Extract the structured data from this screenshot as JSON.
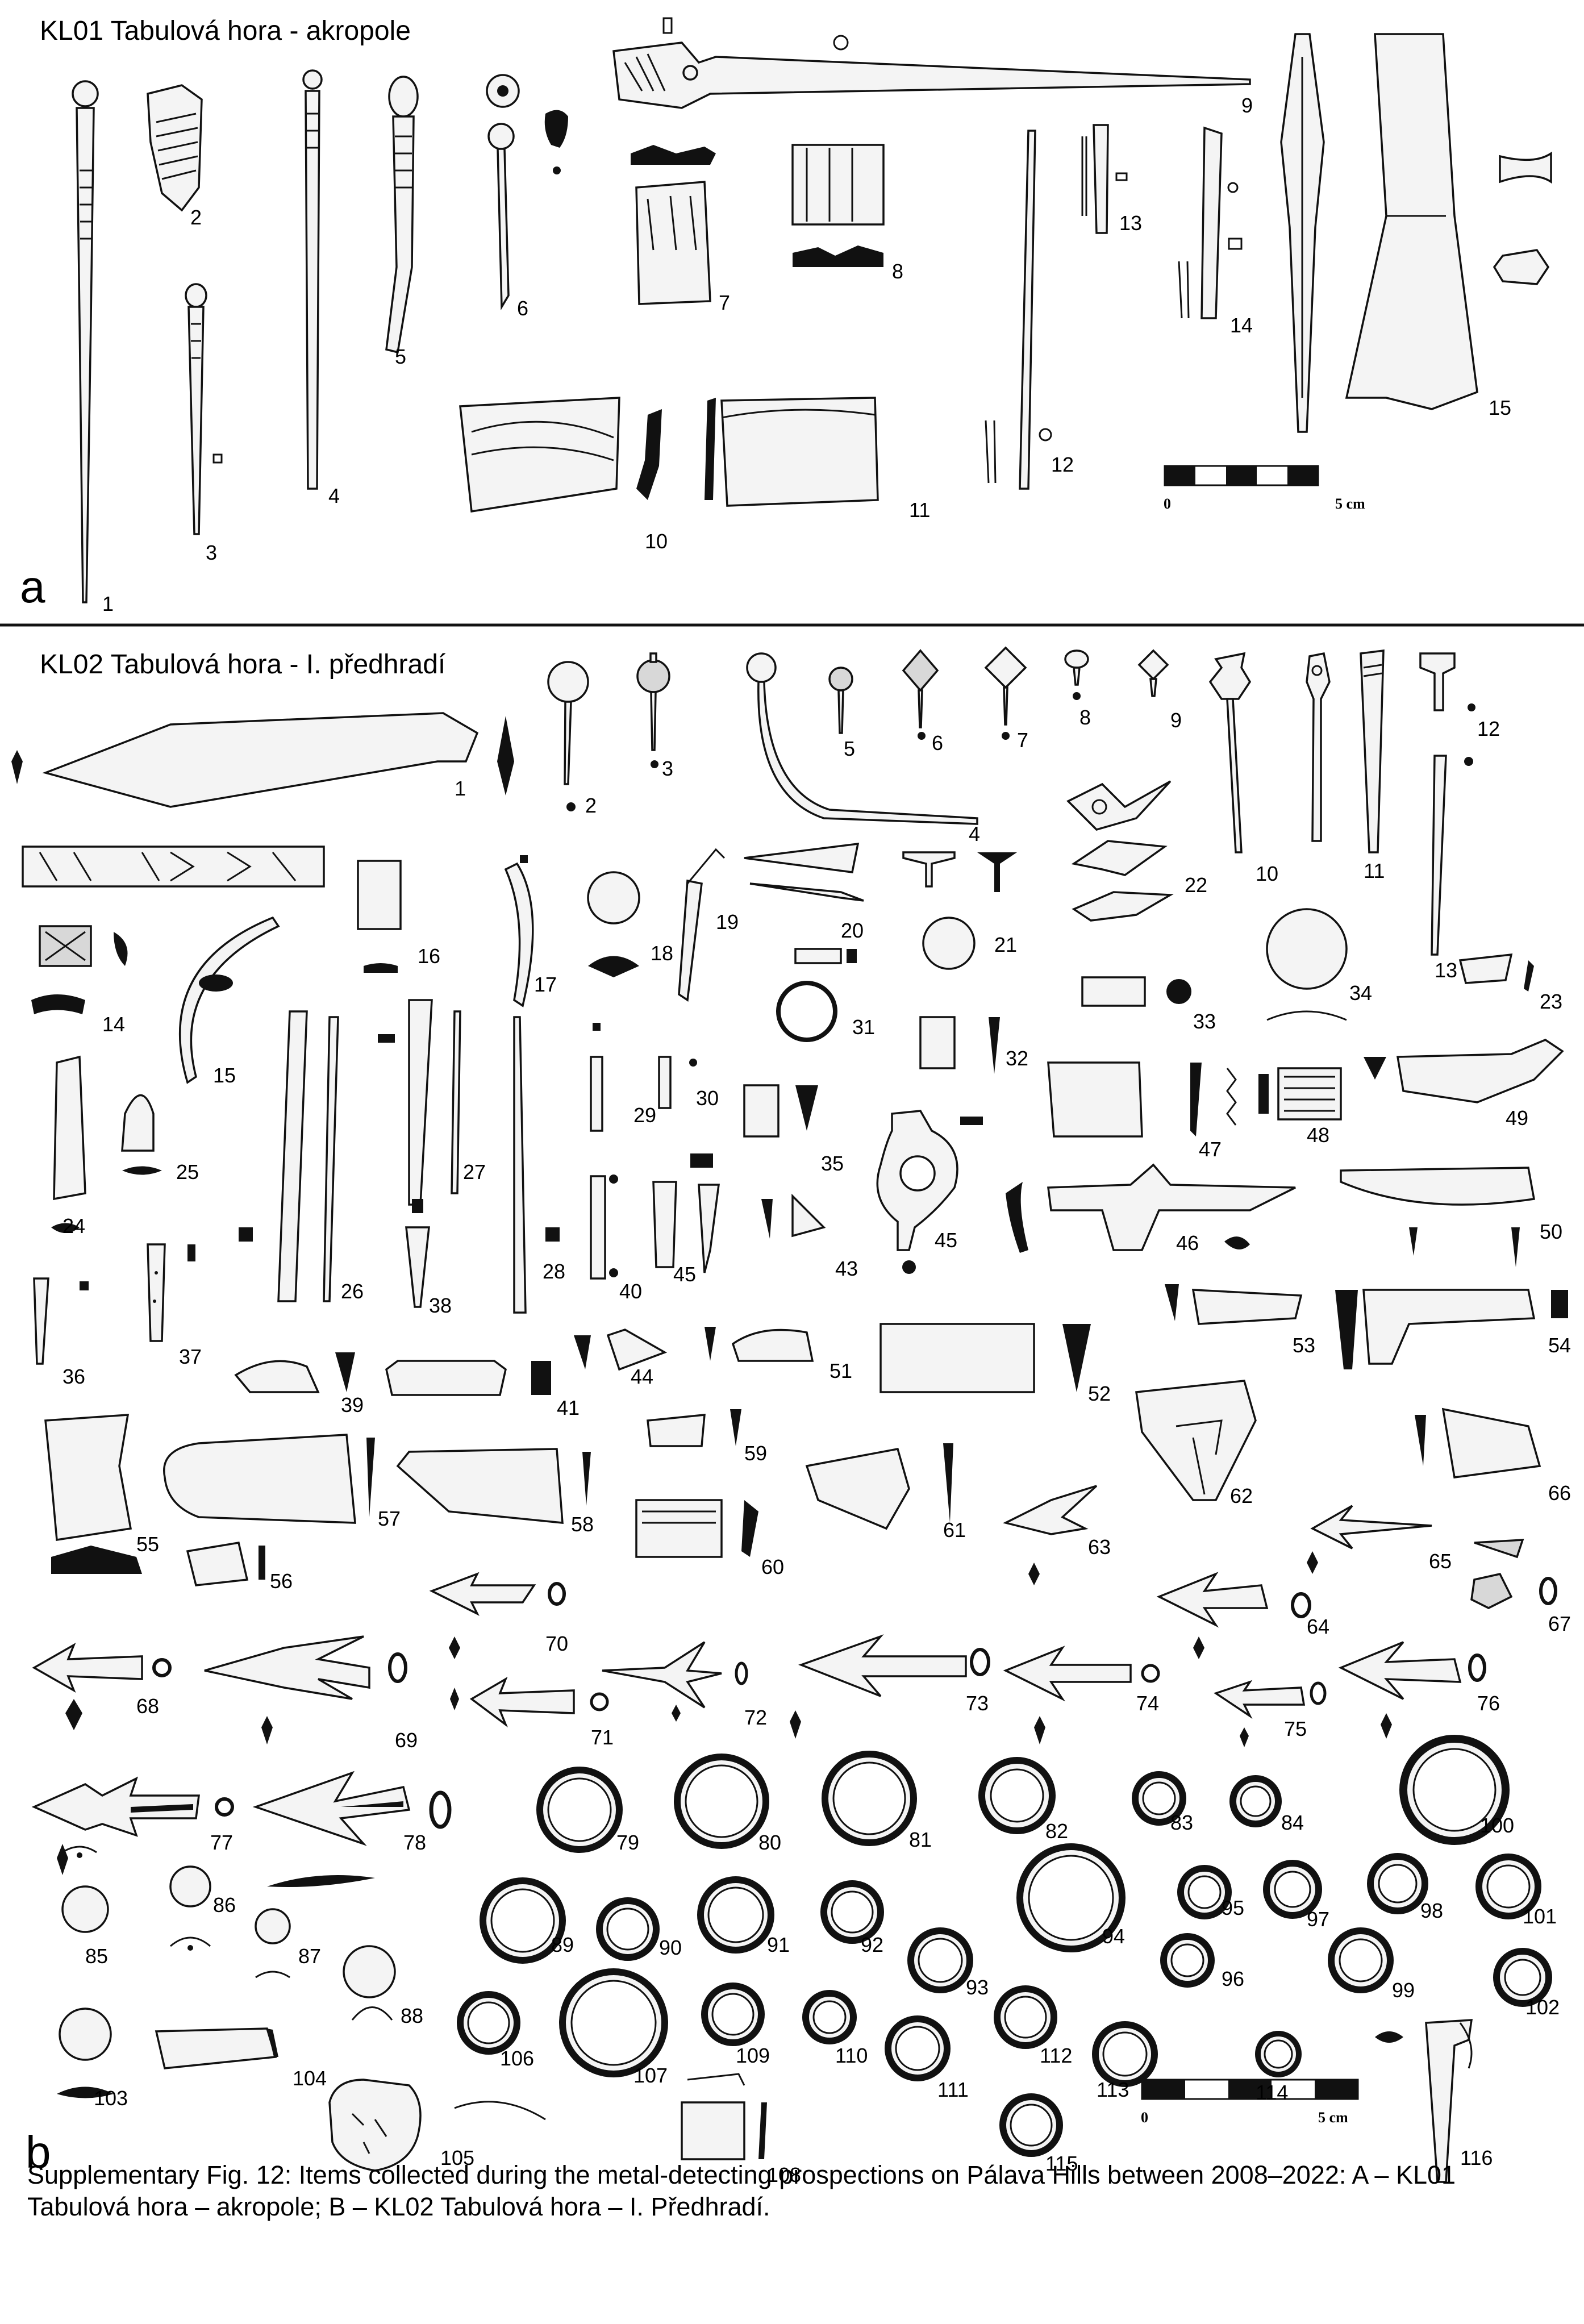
{
  "panel_a": {
    "title": "KL01  Tabulová hora - akropole",
    "letter": "a",
    "item_numbers": [
      "1",
      "2",
      "3",
      "4",
      "5",
      "6",
      "7",
      "8",
      "9",
      "10",
      "11",
      "12",
      "13",
      "14",
      "15"
    ],
    "scale_zero": "0",
    "scale_end": "5 cm"
  },
  "panel_b": {
    "title": "KL02 Tabulová hora - I. předhradí",
    "letter": "b",
    "item_numbers": [
      "1",
      "2",
      "3",
      "4",
      "5",
      "6",
      "7",
      "8",
      "9",
      "10",
      "11",
      "12",
      "13",
      "14",
      "15",
      "16",
      "17",
      "18",
      "19",
      "20",
      "21",
      "22",
      "23",
      "24",
      "25",
      "26",
      "27",
      "28",
      "29",
      "30",
      "31",
      "32",
      "33",
      "34",
      "35",
      "36",
      "37",
      "38",
      "39",
      "40",
      "41",
      "43",
      "44",
      "45",
      "45",
      "46",
      "47",
      "48",
      "49",
      "50",
      "51",
      "52",
      "53",
      "54",
      "55",
      "56",
      "57",
      "58",
      "59",
      "60",
      "61",
      "62",
      "63",
      "64",
      "65",
      "66",
      "67",
      "68",
      "69",
      "70",
      "71",
      "72",
      "73",
      "74",
      "75",
      "76",
      "77",
      "78",
      "79",
      "80",
      "81",
      "82",
      "83",
      "84",
      "85",
      "86",
      "87",
      "88",
      "89",
      "90",
      "91",
      "92",
      "93",
      "94",
      "95",
      "96",
      "97",
      "98",
      "99",
      "100",
      "101",
      "102",
      "103",
      "104",
      "105",
      "106",
      "107",
      "108",
      "109",
      "110",
      "111",
      "112",
      "113",
      "114",
      "115",
      "116"
    ],
    "scale_zero": "0",
    "scale_end": "5 cm"
  },
  "caption": "Supplementary Fig. 12: Items collected during the metal-detecting prospections on Pálava Hills between 2008–2022: A – KL01 Tabulová hora – akropole; B – KL02 Tabulová hora – I. Předhradí."
}
